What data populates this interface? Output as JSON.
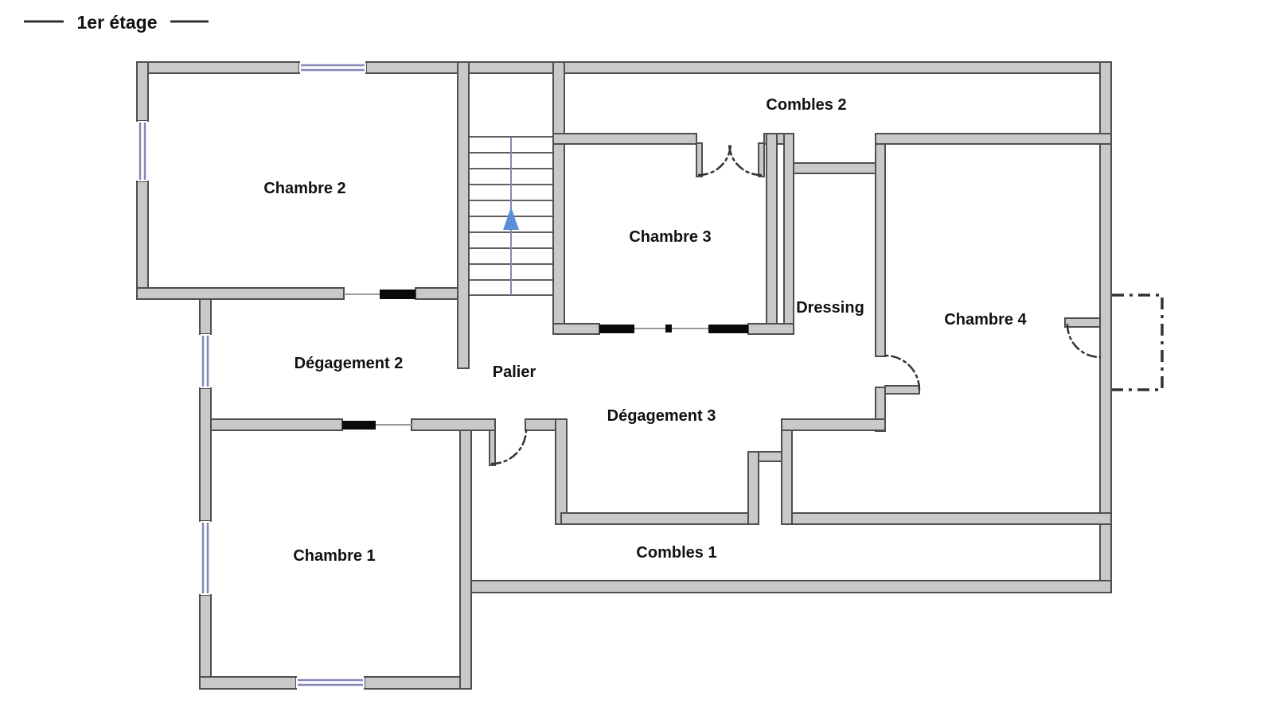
{
  "title": {
    "text": "1er étage"
  },
  "colors": {
    "background": "#ffffff",
    "wall_fill": "#c9c9c9",
    "wall_stroke": "#4f4f4f",
    "window": "#8289b8",
    "door_marker": "#0a0a0a",
    "arc": "#333333",
    "stair_arrow": "#5b8dd9",
    "label": "#111111"
  },
  "rooms": [
    {
      "id": "chambre-2",
      "label": "Chambre 2"
    },
    {
      "id": "combles-2",
      "label": "Combles 2"
    },
    {
      "id": "chambre-3",
      "label": "Chambre 3"
    },
    {
      "id": "dressing",
      "label": "Dressing"
    },
    {
      "id": "chambre-4",
      "label": "Chambre 4"
    },
    {
      "id": "degagement-2",
      "label": "Dégagement 2"
    },
    {
      "id": "palier",
      "label": "Palier"
    },
    {
      "id": "degagement-3",
      "label": "Dégagement 3"
    },
    {
      "id": "chambre-1",
      "label": "Chambre 1"
    },
    {
      "id": "combles-1",
      "label": "Combles 1"
    }
  ],
  "stairs": {
    "direction": "up",
    "visible_treads": 10
  }
}
